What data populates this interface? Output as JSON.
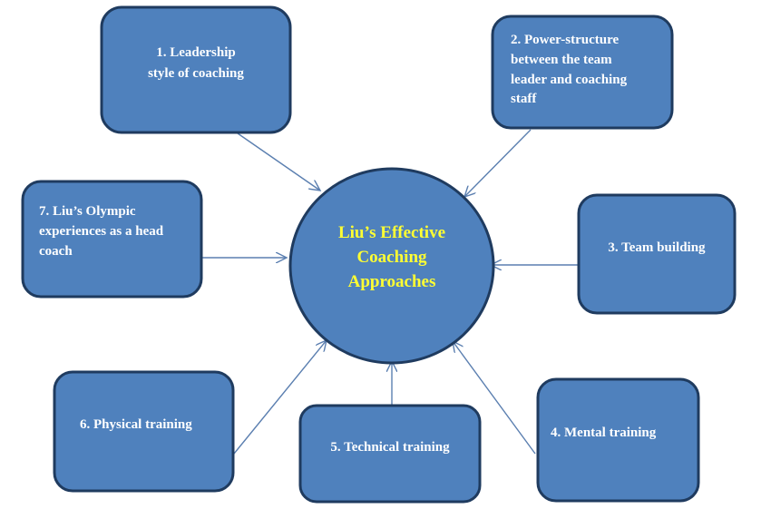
{
  "center": {
    "lines": [
      "Liu’s Effective",
      "Coaching",
      "Approaches"
    ]
  },
  "nodes": [
    {
      "lines": [
        "1. Leadership",
        "style of coaching"
      ]
    },
    {
      "lines": [
        "2. Power-structure",
        "between the team",
        "leader and coaching",
        "staff"
      ]
    },
    {
      "lines": [
        "3. Team building"
      ]
    },
    {
      "lines": [
        "4. Mental training"
      ]
    },
    {
      "lines": [
        "5. Technical training"
      ]
    },
    {
      "lines": [
        "6. Physical training"
      ]
    },
    {
      "lines": [
        "7. Liu’s Olympic",
        "experiences as a head",
        "coach"
      ]
    }
  ],
  "colors": {
    "box": "#4f81bd",
    "border": "#1f3b5f",
    "center_text": "#ffff33",
    "arrow": "#5b7fb0"
  }
}
